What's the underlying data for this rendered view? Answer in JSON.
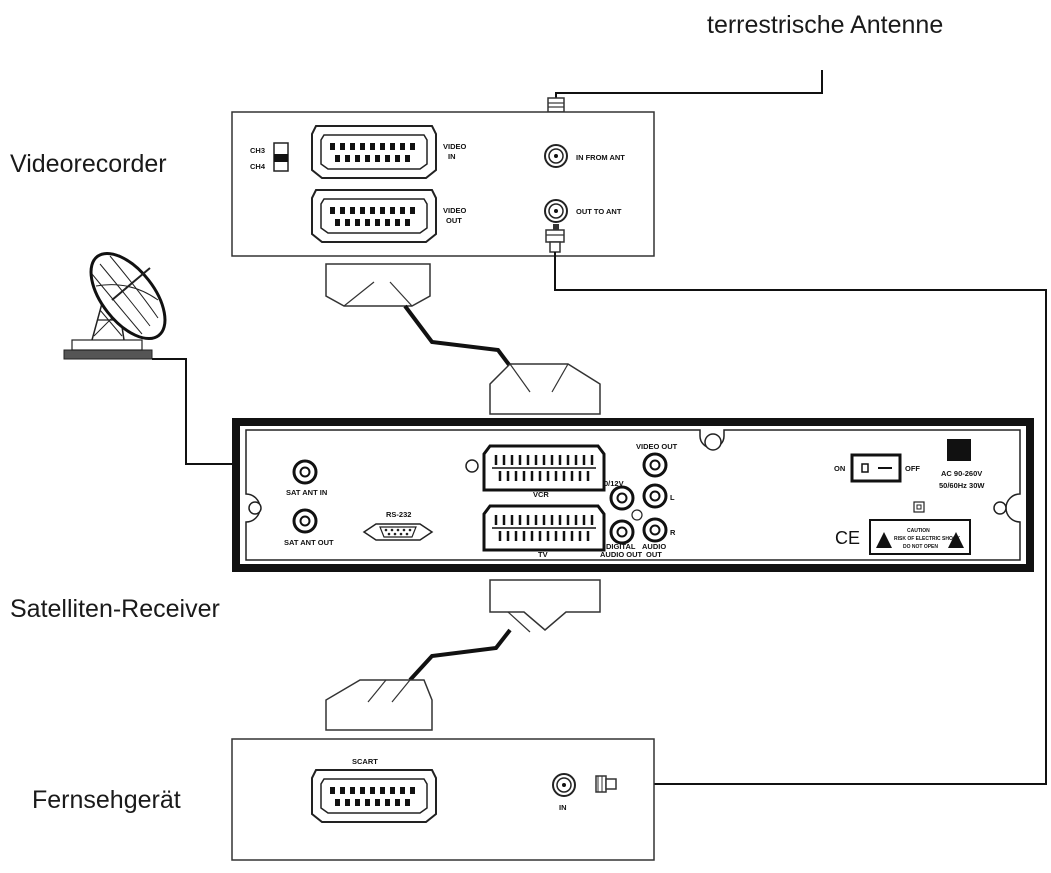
{
  "labels": {
    "terrestrial_antenna": "terrestrische Antenne",
    "vcr": "Videorecorder",
    "receiver": "Satelliten-Receiver",
    "tv": "Fernsehgerät"
  },
  "vcr_panel": {
    "ch3": "CH3",
    "ch4": "CH4",
    "video_in": [
      "VIDEO",
      "IN"
    ],
    "video_out": [
      "VIDEO",
      "OUT"
    ],
    "in_from_ant": "IN FROM ANT",
    "out_to_ant": "OUT TO ANT"
  },
  "receiver_panel": {
    "sat_ant_in": "SAT ANT IN",
    "sat_ant_out": "SAT ANT OUT",
    "rs232": "RS-232",
    "vcr": "VCR",
    "tv": "TV",
    "video_out": "VIDEO OUT",
    "v12": "0/12V",
    "l": "L",
    "r": "R",
    "digital_audio_out": [
      "DIGITAL",
      "AUDIO OUT"
    ],
    "audio_out": [
      "AUDIO",
      "OUT"
    ],
    "on": "ON",
    "off": "OFF",
    "ac": "AC 90-260V",
    "hz": "50/60Hz 30W",
    "ce": "CE",
    "caution": [
      "CAUTION",
      "RISK OF ELECTRIC SHOCK",
      "DO NOT OPEN"
    ]
  },
  "tv_panel": {
    "scart": "SCART",
    "in": "IN"
  }
}
